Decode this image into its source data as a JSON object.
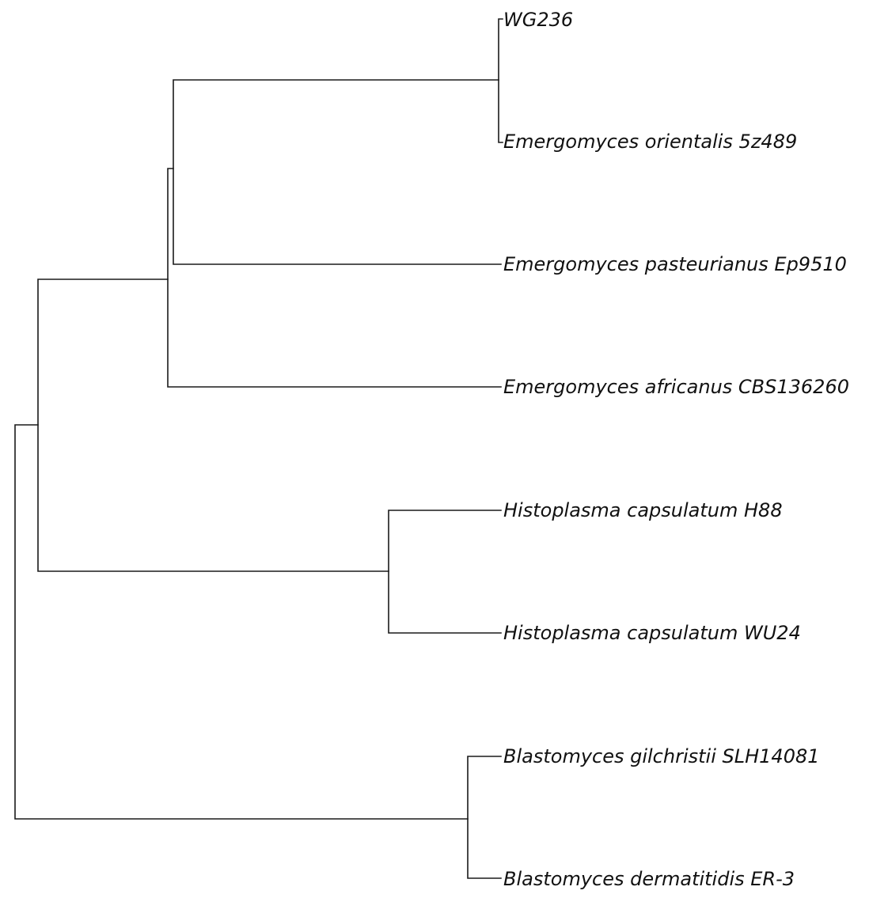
{
  "tree": {
    "type": "phylogenetic-tree",
    "leaves": [
      {
        "id": "leaf-1",
        "label": "WG236"
      },
      {
        "id": "leaf-2",
        "label": "Emergomyces orientalis 5z489"
      },
      {
        "id": "leaf-3",
        "label": "Emergomyces pasteurianus Ep9510"
      },
      {
        "id": "leaf-4",
        "label": "Emergomyces africanus CBS136260"
      },
      {
        "id": "leaf-5",
        "label": "Histoplasma capsulatum H88"
      },
      {
        "id": "leaf-6",
        "label": "Histoplasma capsulatum WU24"
      },
      {
        "id": "leaf-7",
        "label": "Blastomyces gilchristii SLH14081"
      },
      {
        "id": "leaf-8",
        "label": "Blastomyces dermatitidis ER-3"
      }
    ],
    "topology": "((((leaf-1,leaf-2),leaf-3),leaf-4),(leaf-5,leaf-6)),(leaf-7,leaf-8)"
  }
}
